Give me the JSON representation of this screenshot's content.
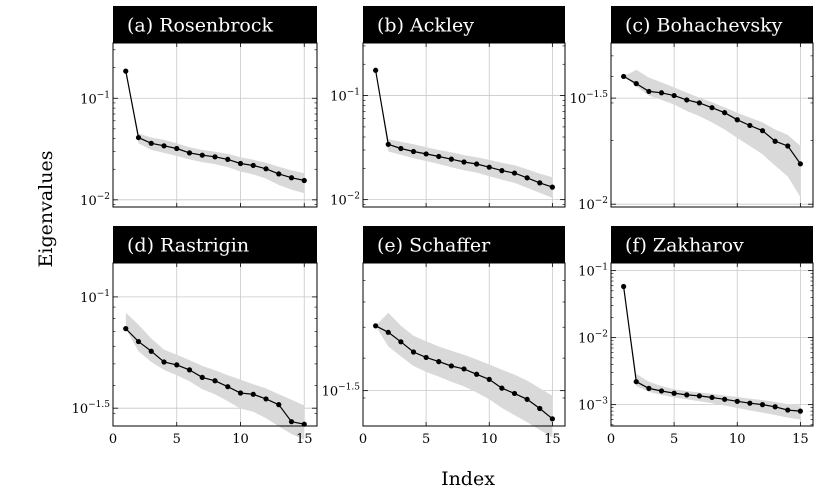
{
  "figure": {
    "xlabel": "Index",
    "ylabel": "Eigenvalues",
    "x_ticks": [
      0,
      5,
      10,
      15
    ]
  },
  "colors": {
    "header": "#000000",
    "header_text": "#ffffff",
    "line": "#000000",
    "band": "#d9d9d9",
    "grid": "#c8c8c8"
  },
  "chart_data": [
    {
      "type": "line",
      "title": "(a) Rosenbrock",
      "xlim": [
        0,
        16
      ],
      "yscale": "log",
      "ylim": [
        0.0085,
        0.35
      ],
      "yticks": [
        {
          "value": 0.01,
          "label": "10^-2"
        },
        {
          "value": 0.1,
          "label": "10^-1"
        }
      ],
      "x": [
        1,
        2,
        3,
        4,
        5,
        6,
        7,
        8,
        9,
        10,
        11,
        12,
        13,
        14,
        15
      ],
      "values": [
        0.185,
        0.041,
        0.036,
        0.034,
        0.032,
        0.029,
        0.0275,
        0.0265,
        0.025,
        0.0228,
        0.0218,
        0.0202,
        0.018,
        0.0165,
        0.0155
      ],
      "band_low": [
        0.185,
        0.036,
        0.031,
        0.029,
        0.027,
        0.025,
        0.0235,
        0.0225,
        0.021,
        0.019,
        0.0178,
        0.0162,
        0.014,
        0.0126,
        0.0116
      ],
      "band_high": [
        0.185,
        0.045,
        0.041,
        0.039,
        0.036,
        0.033,
        0.031,
        0.0298,
        0.0283,
        0.0262,
        0.0248,
        0.0232,
        0.0212,
        0.0195,
        0.0183
      ]
    },
    {
      "type": "line",
      "title": "(b) Ackley",
      "xlim": [
        0,
        16
      ],
      "yscale": "log",
      "ylim": [
        0.0085,
        0.32
      ],
      "yticks": [
        {
          "value": 0.01,
          "label": "10^-2"
        },
        {
          "value": 0.1,
          "label": "10^-1"
        }
      ],
      "x": [
        1,
        2,
        3,
        4,
        5,
        6,
        7,
        8,
        9,
        10,
        11,
        12,
        13,
        14,
        15
      ],
      "values": [
        0.175,
        0.034,
        0.031,
        0.029,
        0.0275,
        0.026,
        0.0245,
        0.023,
        0.022,
        0.0205,
        0.019,
        0.018,
        0.0162,
        0.0145,
        0.0132
      ],
      "band_low": [
        0.175,
        0.029,
        0.027,
        0.025,
        0.0235,
        0.022,
        0.0205,
        0.0192,
        0.0182,
        0.0168,
        0.0155,
        0.0145,
        0.013,
        0.0116,
        0.0104
      ],
      "band_high": [
        0.175,
        0.038,
        0.036,
        0.034,
        0.032,
        0.03,
        0.0285,
        0.0268,
        0.0256,
        0.0241,
        0.0226,
        0.0214,
        0.0196,
        0.0178,
        0.0164
      ]
    },
    {
      "type": "line",
      "title": "(c) Bohachevsky",
      "xlim": [
        0,
        16
      ],
      "yscale": "log",
      "ylim": [
        0.0097,
        0.0575
      ],
      "yticks": [
        {
          "value": 0.01,
          "label": "10^-2"
        },
        {
          "value": 0.031623,
          "label": "10^-1.5"
        }
      ],
      "x": [
        1,
        2,
        3,
        4,
        5,
        6,
        7,
        8,
        9,
        10,
        11,
        12,
        13,
        14,
        15
      ],
      "values": [
        0.04,
        0.037,
        0.034,
        0.0335,
        0.0325,
        0.031,
        0.03,
        0.0285,
        0.027,
        0.025,
        0.0235,
        0.0222,
        0.0198,
        0.0188,
        0.0155
      ],
      "band_low": [
        0.04,
        0.036,
        0.0325,
        0.031,
        0.0295,
        0.0275,
        0.026,
        0.0243,
        0.0225,
        0.0205,
        0.0188,
        0.0172,
        0.0152,
        0.0135,
        0.0108
      ],
      "band_high": [
        0.04,
        0.043,
        0.0395,
        0.0375,
        0.0355,
        0.0335,
        0.0318,
        0.0302,
        0.0286,
        0.027,
        0.0256,
        0.0243,
        0.0225,
        0.0212,
        0.0188
      ]
    },
    {
      "type": "line",
      "title": "(d) Rastrigin",
      "xlim": [
        0,
        16
      ],
      "yscale": "log",
      "ylim": [
        0.0263,
        0.142
      ],
      "yticks": [
        {
          "value": 0.031623,
          "label": "10^-1.5"
        },
        {
          "value": 0.1,
          "label": "10^-1"
        }
      ],
      "x": [
        1,
        2,
        3,
        4,
        5,
        6,
        7,
        8,
        9,
        10,
        11,
        12,
        13,
        14,
        15
      ],
      "values": [
        0.072,
        0.063,
        0.057,
        0.051,
        0.0495,
        0.047,
        0.0435,
        0.042,
        0.0395,
        0.037,
        0.0365,
        0.0348,
        0.0328,
        0.0275,
        0.0268
      ],
      "band_low": [
        0.072,
        0.057,
        0.051,
        0.047,
        0.0445,
        0.0418,
        0.0385,
        0.0365,
        0.034,
        0.0315,
        0.0305,
        0.0285,
        0.0262,
        0.0242,
        0.0228
      ],
      "band_high": [
        0.085,
        0.075,
        0.065,
        0.058,
        0.055,
        0.052,
        0.049,
        0.0468,
        0.0445,
        0.0425,
        0.0405,
        0.0388,
        0.0365,
        0.0345,
        0.0325
      ]
    },
    {
      "type": "line",
      "title": "(e) Schaffer",
      "xlim": [
        0,
        16
      ],
      "yscale": "log",
      "ylim": [
        0.0245,
        0.0795
      ],
      "yticks": [
        {
          "value": 0.031623,
          "label": "10^-1.5"
        }
      ],
      "x": [
        1,
        2,
        3,
        4,
        5,
        6,
        7,
        8,
        9,
        10,
        11,
        12,
        13,
        14,
        15
      ],
      "values": [
        0.0505,
        0.0482,
        0.045,
        0.0418,
        0.0402,
        0.039,
        0.0378,
        0.037,
        0.0356,
        0.0343,
        0.0322,
        0.031,
        0.0297,
        0.0278,
        0.0258
      ],
      "band_low": [
        0.0505,
        0.0435,
        0.0405,
        0.0378,
        0.0362,
        0.035,
        0.0337,
        0.0326,
        0.0312,
        0.0297,
        0.0279,
        0.0265,
        0.0252,
        0.0238,
        0.0226
      ],
      "band_high": [
        0.0505,
        0.0555,
        0.0505,
        0.047,
        0.0452,
        0.0435,
        0.0422,
        0.041,
        0.0396,
        0.0382,
        0.0368,
        0.0355,
        0.034,
        0.0322,
        0.0305
      ]
    },
    {
      "type": "line",
      "title": "(f) Zakharov",
      "xlim": [
        0,
        16
      ],
      "yscale": "log",
      "ylim": [
        0.00048,
        0.13
      ],
      "yticks": [
        {
          "value": 0.001,
          "label": "10^-3"
        },
        {
          "value": 0.01,
          "label": "10^-2"
        },
        {
          "value": 0.1,
          "label": "10^-1"
        }
      ],
      "x": [
        1,
        2,
        3,
        4,
        5,
        6,
        7,
        8,
        9,
        10,
        11,
        12,
        13,
        14,
        15
      ],
      "values": [
        0.058,
        0.0022,
        0.00175,
        0.0016,
        0.00148,
        0.0014,
        0.00135,
        0.00128,
        0.0012,
        0.00112,
        0.00105,
        0.001,
        0.00093,
        0.00083,
        0.0008
      ],
      "band_low": [
        0.058,
        0.0019,
        0.00155,
        0.0014,
        0.00128,
        0.0012,
        0.00112,
        0.00105,
        0.00097,
        0.00089,
        0.00082,
        0.00076,
        0.0007,
        0.00064,
        0.0006
      ],
      "band_high": [
        0.058,
        0.0029,
        0.0022,
        0.0019,
        0.0017,
        0.0016,
        0.00152,
        0.00145,
        0.00137,
        0.0013,
        0.00123,
        0.00117,
        0.0011,
        0.00102,
        0.00097
      ]
    }
  ]
}
